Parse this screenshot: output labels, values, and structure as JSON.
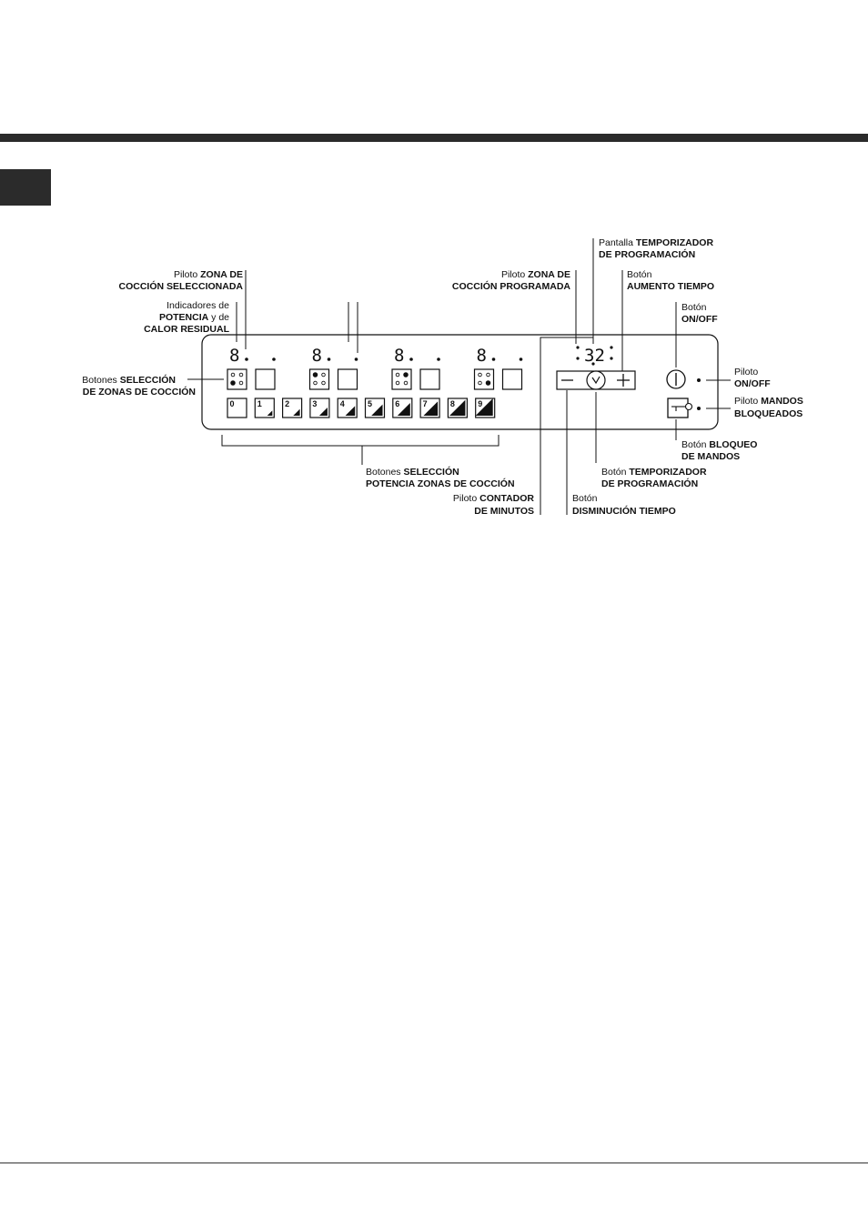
{
  "labels": {
    "zona_sel_1": "Piloto ",
    "zona_sel_1b": "ZONA DE",
    "zona_sel_2": "COCCIÓN SELECCIONADA",
    "ind_1": "Indicadores de",
    "ind_2a": "POTENCIA",
    "ind_2b": " y de",
    "ind_3": "CALOR RESIDUAL",
    "zona_prog_1": "Piloto ",
    "zona_prog_1b": "ZONA DE",
    "zona_prog_2": "COCCIÓN PROGRAMADA",
    "pant_1": "Pantalla ",
    "pant_1b": "TEMPORIZADOR",
    "pant_2": "DE PROGRAMACIÓN",
    "aum_1": "Botón",
    "aum_2": "AUMENTO TIEMPO",
    "onoff_btn_1": "Botón",
    "onoff_btn_2": "ON/OFF",
    "sel_zonas_1": "Botones ",
    "sel_zonas_1b": "SELECCIÓN",
    "sel_zonas_2": "DE ZONAS DE COCCIÓN",
    "piloto_onoff_1": "Piloto",
    "piloto_onoff_2": "ON/OFF",
    "mandos_1": "Piloto ",
    "mandos_1b": "MANDOS",
    "mandos_2": "BLOQUEADOS",
    "bloqueo_1": "Botón ",
    "bloqueo_1b": "BLOQUEO",
    "bloqueo_2": "DE MANDOS",
    "temp_prog_1": "Botón ",
    "temp_prog_1b": "TEMPORIZADOR",
    "temp_prog_2": "DE PROGRAMACIÓN",
    "potencia_1": "Botones ",
    "potencia_1b": "SELECCIÓN",
    "potencia_2": "POTENCIA ZONAS DE COCCIÓN",
    "contador_1": "Piloto ",
    "contador_1b": "CONTADOR",
    "contador_2": "DE MINUTOS",
    "dism_1": "Botón",
    "dism_2": "DISMINUCIÓN TIEMPO"
  },
  "panel": {
    "zone_digits": [
      "8",
      "8",
      "8",
      "8"
    ],
    "timer_display": "32",
    "power_levels": [
      "0",
      "1",
      "2",
      "3",
      "4",
      "5",
      "6",
      "7",
      "8",
      "9"
    ],
    "minus_symbol": "−",
    "plus_symbol": "+"
  },
  "icons": {
    "zone_selection": [
      "hob-zones-front-left-icon",
      "hob-zones-rear-left-icon",
      "hob-zones-rear-right-icon",
      "hob-zones-front-right-icon"
    ],
    "timer": "clock-icon",
    "power": "power-icon",
    "lock": "key-lock-icon"
  }
}
